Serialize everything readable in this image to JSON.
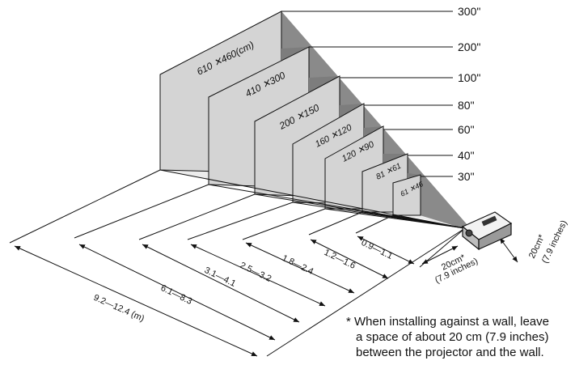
{
  "screen_sizes": [
    {
      "label": "300\"",
      "dims": "610 ✕460(cm)",
      "distance": "9.2—12.4 (m)"
    },
    {
      "label": "200\"",
      "dims": "410 ✕300",
      "distance": "6.1—8.3"
    },
    {
      "label": "100\"",
      "dims": "200 ✕150",
      "distance": "3.1—4.1"
    },
    {
      "label": "80\"",
      "dims": "160 ✕120",
      "distance": "2.5—3.2"
    },
    {
      "label": "60\"",
      "dims": "120 ✕90",
      "distance": "1.8—2.4"
    },
    {
      "label": "40\"",
      "dims": "81 ✕61",
      "distance": "1.2—1.6"
    },
    {
      "label": "30\"",
      "dims": "61 ✕46",
      "distance": "0.9—1.1"
    }
  ],
  "clearance": {
    "front": "20cm*",
    "front_inches": "(7.9 inches)",
    "side": "20cm*",
    "side_inches": "(7.9 inches)"
  },
  "note": {
    "line1": "* When installing against a wall, leave",
    "line2": "a space of about 20 cm (7.9 inches)",
    "line3": "between the projector and the wall."
  }
}
